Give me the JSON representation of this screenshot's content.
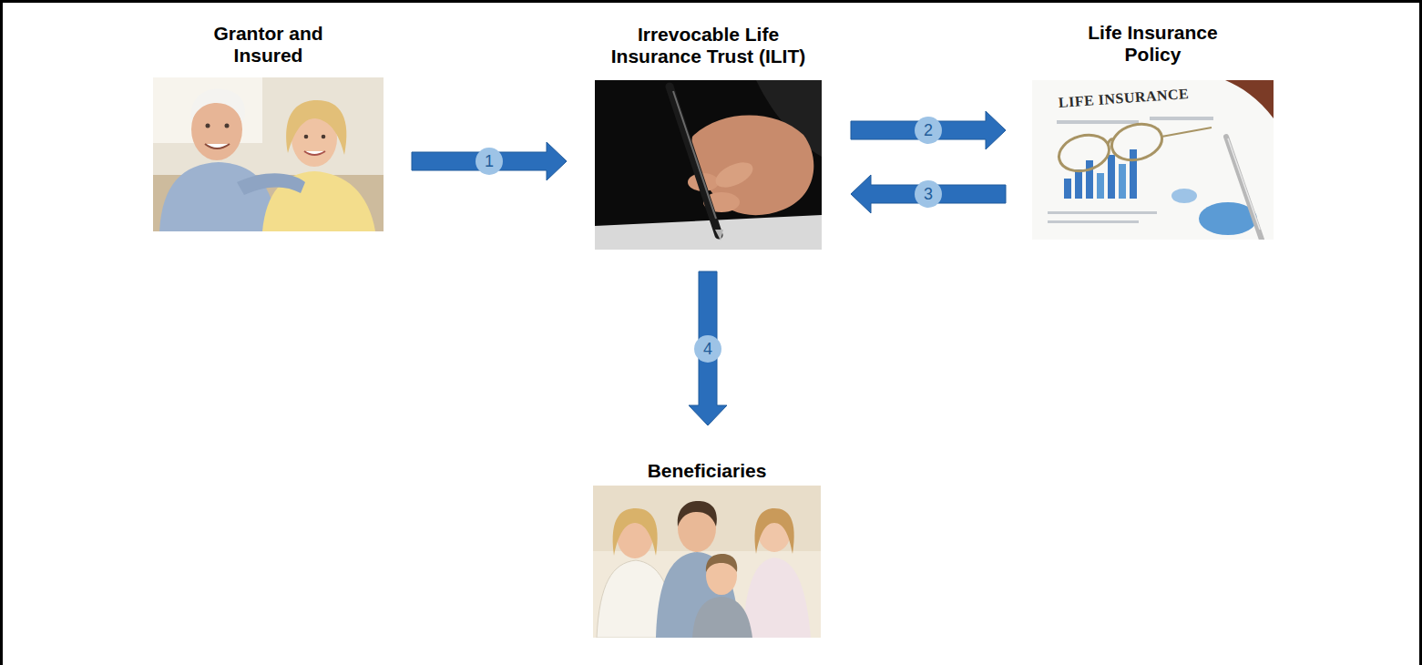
{
  "diagram": {
    "nodes": [
      {
        "text": [
          "Grantor and Insured"
        ]
      },
      {
        "text": [
          "Irrevocable Life Insurance Trust (ILIT)"
        ]
      },
      {
        "text": [
          "Life Insurance Policy"
        ]
      },
      {
        "text": [
          "Beneficiaries"
        ]
      }
    ],
    "edges": [
      {
        "from": 0,
        "to": 1,
        "arrow": "to",
        "label": "1"
      },
      {
        "from": 1,
        "to": 2,
        "arrow": "to",
        "label": "2"
      },
      {
        "from": 2,
        "to": 1,
        "arrow": "to",
        "label": "3"
      },
      {
        "from": 1,
        "to": 3,
        "arrow": "to",
        "label": "4"
      }
    ],
    "labels": [
      "LIFE INSURANCE"
    ]
  }
}
